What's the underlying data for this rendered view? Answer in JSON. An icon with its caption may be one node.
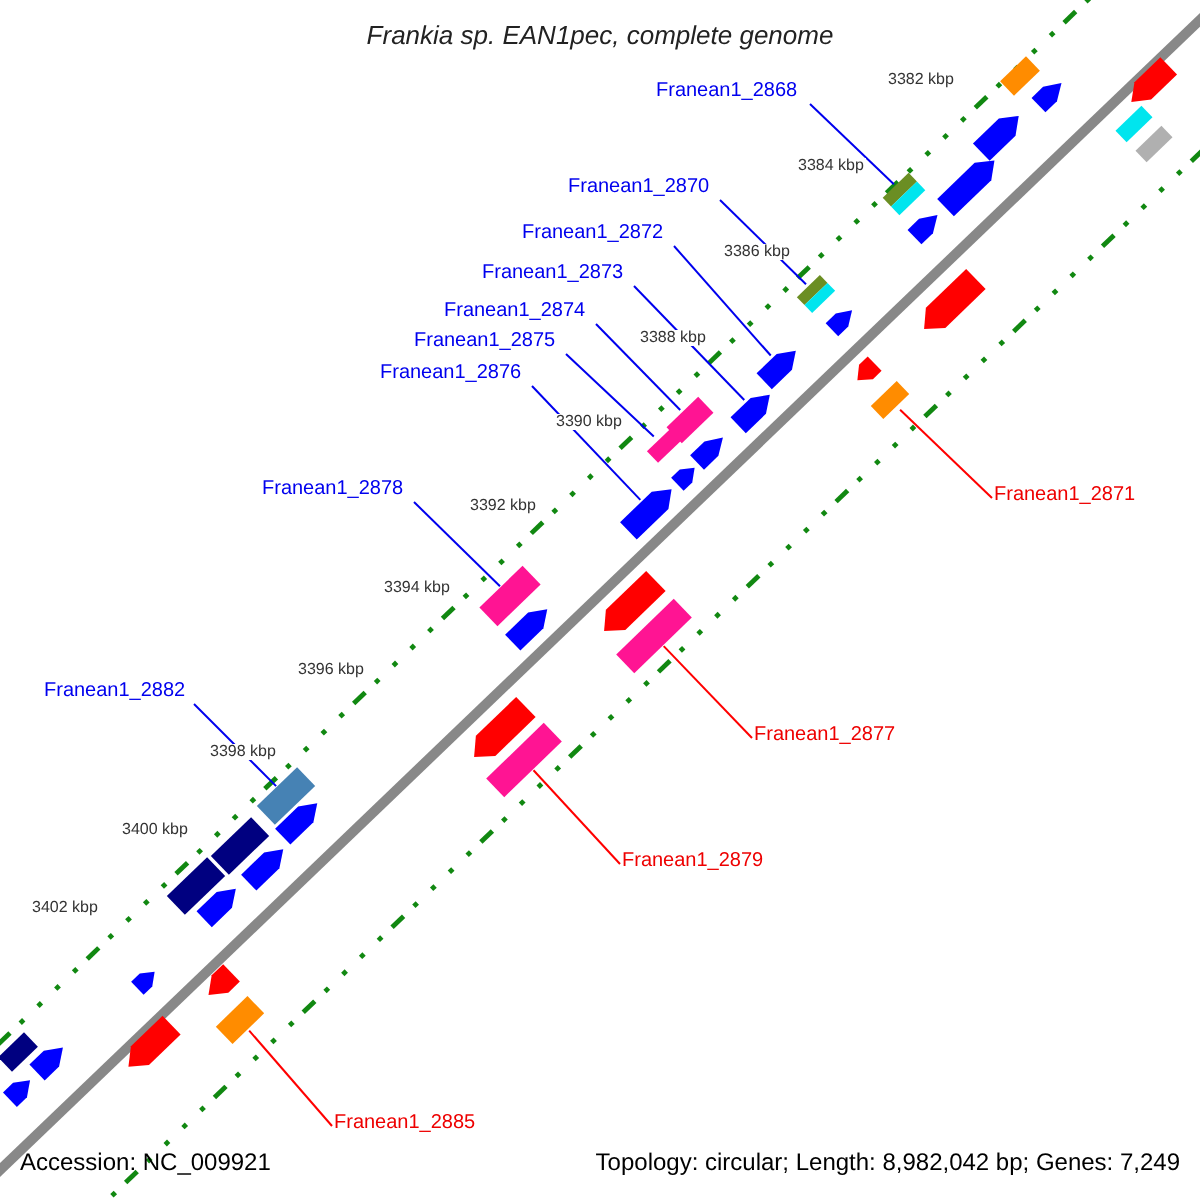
{
  "diagram": {
    "title": "Frankia sp. EAN1pec, complete genome",
    "nodes": [
      {
        "text": [
          "Franean1_2868"
        ]
      },
      {
        "text": [
          "Franean1_2870"
        ]
      },
      {
        "text": [
          "Franean1_2872"
        ]
      },
      {
        "text": [
          "Franean1_2873"
        ]
      },
      {
        "text": [
          "Franean1_2874"
        ]
      },
      {
        "text": [
          "Franean1_2875"
        ]
      },
      {
        "text": [
          "Franean1_2876"
        ]
      },
      {
        "text": [
          "Franean1_2878"
        ]
      },
      {
        "text": [
          "Franean1_2871"
        ]
      },
      {
        "text": [
          "Franean1_2882"
        ]
      },
      {
        "text": [
          "Franean1_2877"
        ]
      },
      {
        "text": [
          "Franean1_2879"
        ]
      },
      {
        "text": [
          "Franean1_2885"
        ]
      },
      {
        "text": [],
        "shape": "box"
      },
      {
        "text": [],
        "shape": "box"
      },
      {
        "text": [],
        "shape": "arrow"
      },
      {
        "text": [],
        "shape": "arrow"
      },
      {
        "text": [],
        "shape": "box"
      },
      {
        "text": [],
        "shape": "box"
      },
      {
        "text": [],
        "shape": "arrow"
      },
      {
        "text": [],
        "shape": "box"
      },
      {
        "text": [],
        "shape": "box"
      },
      {
        "text": [],
        "shape": "box"
      },
      {
        "text": [],
        "shape": "box"
      },
      {
        "text": [],
        "shape": "box"
      },
      {
        "text": [],
        "shape": "box"
      },
      {
        "text": [],
        "shape": "box"
      },
      {
        "text": [],
        "shape": "arrow"
      },
      {
        "text": [],
        "shape": "arrow"
      },
      {
        "text": [],
        "shape": "box"
      },
      {
        "text": [],
        "shape": "arrow"
      },
      {
        "text": [],
        "shape": "box"
      },
      {
        "text": [],
        "shape": "arrow"
      },
      {
        "text": [],
        "shape": "arrow"
      },
      {
        "text": [],
        "shape": "arrow"
      },
      {
        "text": [],
        "shape": "arrow"
      },
      {
        "text": [],
        "shape": "arrow"
      },
      {
        "text": [],
        "shape": "arrow"
      },
      {
        "text": [],
        "shape": "arrow"
      },
      {
        "text": [],
        "shape": "arrow"
      },
      {
        "text": [],
        "shape": "arrow"
      },
      {
        "text": [],
        "shape": "arrow"
      },
      {
        "text": [],
        "shape": "arrow"
      },
      {
        "text": [],
        "shape": "box"
      },
      {
        "text": [],
        "shape": "arrow"
      },
      {
        "text": [],
        "shape": "box"
      },
      {
        "text": [],
        "shape": "arrow"
      },
      {
        "text": [],
        "shape": "arrow"
      },
      {
        "text": [],
        "shape": "arrow"
      },
      {
        "text": [],
        "shape": "arrow"
      },
      {
        "text": [],
        "shape": "box"
      },
      {
        "text": [],
        "shape": "arrow"
      },
      {
        "text": [],
        "shape": "arrow"
      }
    ],
    "edges": [
      {
        "from": 0,
        "to": 13,
        "arrow": "none"
      },
      {
        "from": 1,
        "to": 14,
        "arrow": "none"
      },
      {
        "from": 2,
        "to": 15,
        "arrow": "none"
      },
      {
        "from": 3,
        "to": 16,
        "arrow": "none"
      },
      {
        "from": 4,
        "to": 17,
        "arrow": "none"
      },
      {
        "from": 5,
        "to": 18,
        "arrow": "none"
      },
      {
        "from": 6,
        "to": 19,
        "arrow": "none"
      },
      {
        "from": 7,
        "to": 20,
        "arrow": "none"
      },
      {
        "from": 8,
        "to": 21,
        "arrow": "none",
        "color": "#ff0000"
      },
      {
        "from": 9,
        "to": 22,
        "arrow": "none"
      },
      {
        "from": 10,
        "to": 23,
        "arrow": "none",
        "color": "#ff0000"
      },
      {
        "from": 11,
        "to": 24,
        "arrow": "none",
        "color": "#ff0000"
      },
      {
        "from": 12,
        "to": 25,
        "arrow": "none",
        "color": "#ff0000"
      }
    ],
    "labels": [
      "3382 kbp",
      "3384 kbp",
      "3386 kbp",
      "3388 kbp",
      "3390 kbp",
      "3392 kbp",
      "3394 kbp",
      "3396 kbp",
      "3398 kbp",
      "3400 kbp",
      "3402 kbp",
      "Accession: NC_009921",
      "Topology: circular; Length: 8,982,042 bp; Genes: 7,249"
    ]
  }
}
